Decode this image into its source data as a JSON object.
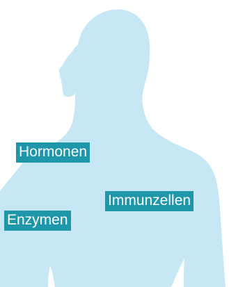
{
  "labels": {
    "hormonen": "Hormonen",
    "immunzellen": "Immunzellen",
    "enzymen": "Enzymen"
  },
  "colors": {
    "silhouette": "#c7e7f5",
    "label_background": "#1f97ab",
    "label_text": "#ffffff",
    "background": "#ffffff"
  }
}
